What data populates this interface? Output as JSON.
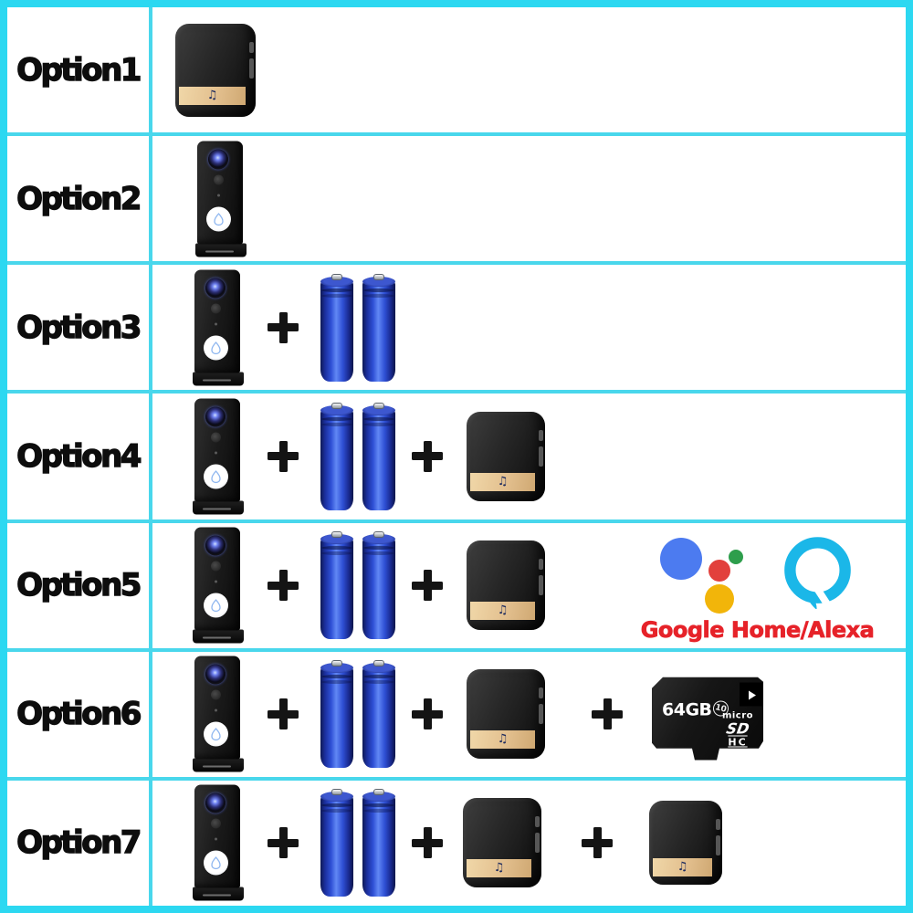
{
  "colors": {
    "cyan_border": "#2cd8f1",
    "cyan_line": "#49d7ec",
    "caption_red": "#e62229",
    "gold_band": "#e3c08f",
    "battery_blue": "#2a47c8",
    "alexa_cyan": "#1bb7e8",
    "google_blue": "#4c7bf0",
    "google_red": "#e2403c",
    "google_green": "#2e9e4c",
    "google_yellow": "#f2b50a",
    "label_black": "#0d0d0d"
  },
  "icons": {
    "plus": "+",
    "music_note": "♫"
  },
  "rows": [
    {
      "label": "Option1",
      "items": [
        "chime-receiver"
      ]
    },
    {
      "label": "Option2",
      "items": [
        "doorbell-camera"
      ]
    },
    {
      "label": "Option3",
      "items": [
        "doorbell-camera",
        "2-batteries"
      ]
    },
    {
      "label": "Option4",
      "items": [
        "doorbell-camera",
        "2-batteries",
        "chime-receiver"
      ]
    },
    {
      "label": "Option5",
      "items": [
        "doorbell-camera",
        "2-batteries",
        "chime-receiver",
        "google-home-alexa"
      ]
    },
    {
      "label": "Option6",
      "items": [
        "doorbell-camera",
        "2-batteries",
        "chime-receiver",
        "sd-card-64gb"
      ]
    },
    {
      "label": "Option7",
      "items": [
        "doorbell-camera",
        "2-batteries",
        "chime-receiver",
        "chime-receiver"
      ]
    }
  ],
  "google_alexa": {
    "caption": "Google Home/Alexa"
  },
  "sd_card": {
    "capacity": "64GB",
    "speed_class": "10",
    "logo": {
      "micro": "micro",
      "sd": "SD",
      "hc": "HC"
    }
  }
}
